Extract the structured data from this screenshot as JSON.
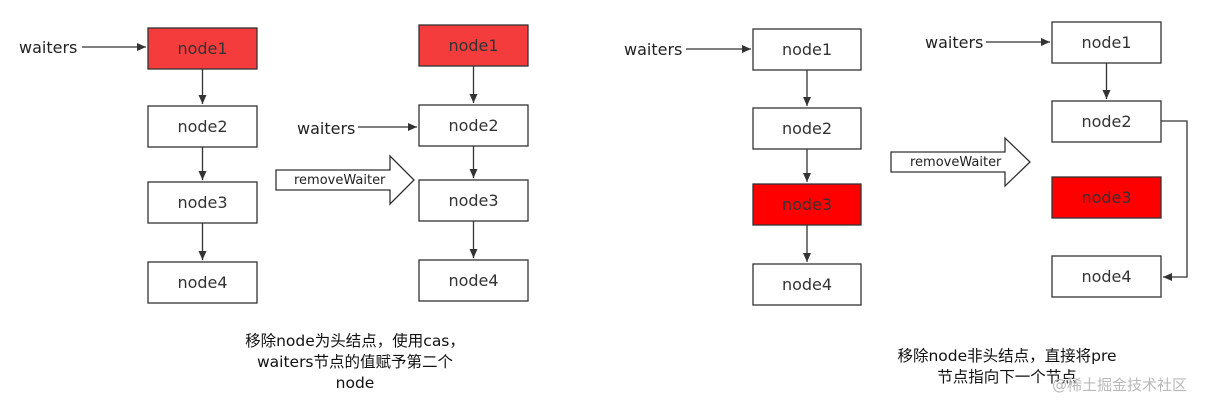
{
  "colors": {
    "highlight_light": "#f53c3c",
    "highlight_strong": "#ff0000",
    "node_fill": "#ffffff",
    "stroke": "#333333"
  },
  "diagram1": {
    "pointer_label": "waiters",
    "nodes": [
      "node1",
      "node2",
      "node3",
      "node4"
    ],
    "removed_node": "node1",
    "action_label": "removeWaiter",
    "after": {
      "pointer_label": "waiters",
      "nodes": [
        "node1",
        "node2",
        "node3",
        "node4"
      ]
    },
    "caption_lines": [
      "移除node为头结点，使用cas，",
      "waiters节点的值赋予第二个",
      "node"
    ]
  },
  "diagram2": {
    "pointer_label": "waiters",
    "nodes": [
      "node1",
      "node2",
      "node3",
      "node4"
    ],
    "removed_node": "node3",
    "action_label": "removeWaiter",
    "after": {
      "pointer_label": "waiters",
      "nodes": [
        "node1",
        "node2",
        "node3",
        "node4"
      ]
    },
    "caption_lines": [
      "移除node非头结点，直接将pre",
      "节点指向下一个节点"
    ]
  },
  "watermark": "@稀土掘金技术社区"
}
